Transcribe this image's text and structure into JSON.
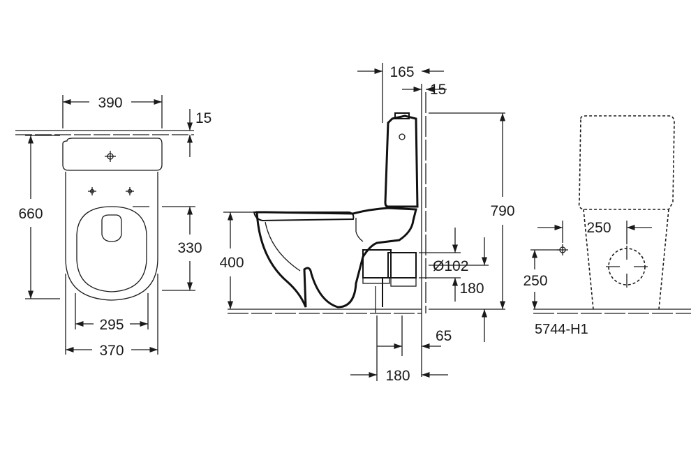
{
  "front_view": {
    "dim_width_top": "390",
    "dim_wall_thickness": "15",
    "dim_height": "660",
    "dim_seat_height": "330",
    "dim_seat_width": "295",
    "dim_width_bottom": "370"
  },
  "side_view": {
    "dim_cistern_depth": "165",
    "dim_wall_thickness": "15",
    "dim_total_height": "790",
    "dim_bowl_height": "400",
    "dim_outlet_diameter": "Ø102",
    "dim_outlet_height": "180",
    "dim_wall_offset": "65",
    "dim_outlet_distance": "180"
  },
  "rear_view": {
    "dim_horizontal": "250",
    "dim_vertical": "250",
    "model_code": "5744-H1"
  },
  "colors": {
    "line": "#1a1a1a",
    "background": "#ffffff"
  }
}
